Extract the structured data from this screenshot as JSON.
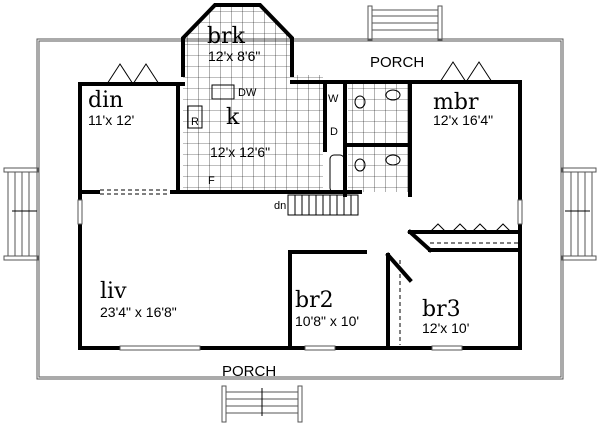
{
  "plan": {
    "porch_top_label": "PORCH",
    "porch_bottom_label": "PORCH",
    "rooms": {
      "brk": {
        "name": "brk",
        "dims": "12'x 8'6\""
      },
      "din": {
        "name": "din",
        "dims": "11'x 12'"
      },
      "k": {
        "name": "k",
        "dims": "12'x 12'6\""
      },
      "mbr": {
        "name": "mbr",
        "dims": "12'x 16'4\""
      },
      "liv": {
        "name": "liv",
        "dims": "23'4\" x 16'8\""
      },
      "br2": {
        "name": "br2",
        "dims": "10'8\" x 10'"
      },
      "br3": {
        "name": "br3",
        "dims": "12'x 10'"
      }
    },
    "fixtures": {
      "dishwasher": "DW",
      "refrigerator": "R",
      "washer": "W",
      "dryer": "D",
      "furnace": "F",
      "stairs_down": "dn"
    }
  }
}
